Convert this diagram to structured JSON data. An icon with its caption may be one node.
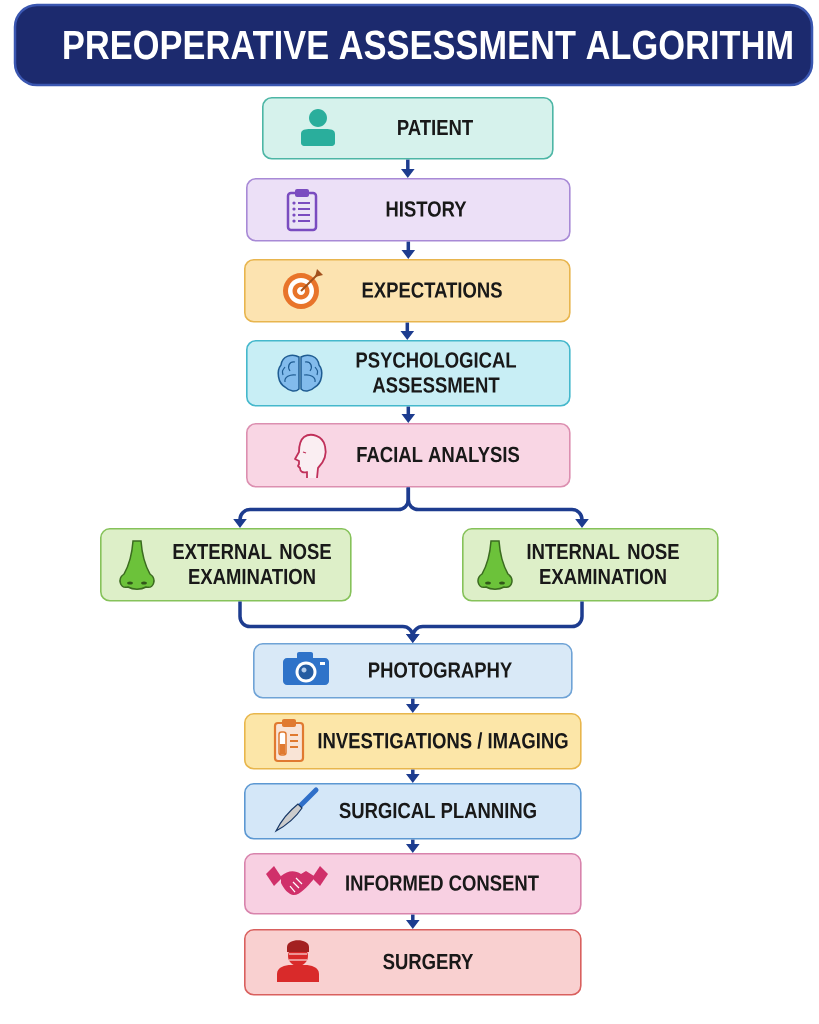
{
  "diagram": {
    "title": "PREOPERATIVE ASSESSMENT ALGORITHM",
    "nodes": [
      {
        "text": [
          "PATIENT"
        ]
      },
      {
        "text": [
          "HISTORY"
        ]
      },
      {
        "text": [
          "EXPECTATIONS"
        ]
      },
      {
        "text": [
          "PSYCHOLOGICAL ASSESSMENT"
        ]
      },
      {
        "text": [
          "FACIAL ANALYSIS"
        ]
      },
      {
        "text": [
          "EXTERNAL NOSE EXAMINATION"
        ]
      },
      {
        "text": [
          "INTERNAL NOSE EXAMINATION"
        ]
      },
      {
        "text": [
          "PHOTOGRAPHY"
        ]
      },
      {
        "text": [
          "INVESTIGATIONS / IMAGING"
        ]
      },
      {
        "text": [
          "SURGICAL PLANNING"
        ]
      },
      {
        "text": [
          "INFORMED CONSENT"
        ]
      },
      {
        "text": [
          "SURGERY"
        ]
      }
    ],
    "edges": [
      {
        "from": 0,
        "to": 1,
        "arrow": "to"
      },
      {
        "from": 1,
        "to": 2,
        "arrow": "to"
      },
      {
        "from": 2,
        "to": 3,
        "arrow": "to"
      },
      {
        "from": 3,
        "to": 4,
        "arrow": "to"
      },
      {
        "from": 4,
        "to": 5,
        "arrow": "to"
      },
      {
        "from": 4,
        "to": 6,
        "arrow": "to"
      },
      {
        "from": 5,
        "to": 7,
        "arrow": "to"
      },
      {
        "from": 6,
        "to": 7,
        "arrow": "to"
      },
      {
        "from": 7,
        "to": 8,
        "arrow": "to"
      },
      {
        "from": 8,
        "to": 9,
        "arrow": "to"
      },
      {
        "from": 9,
        "to": 10,
        "arrow": "to"
      },
      {
        "from": 10,
        "to": 11,
        "arrow": "to"
      }
    ]
  }
}
